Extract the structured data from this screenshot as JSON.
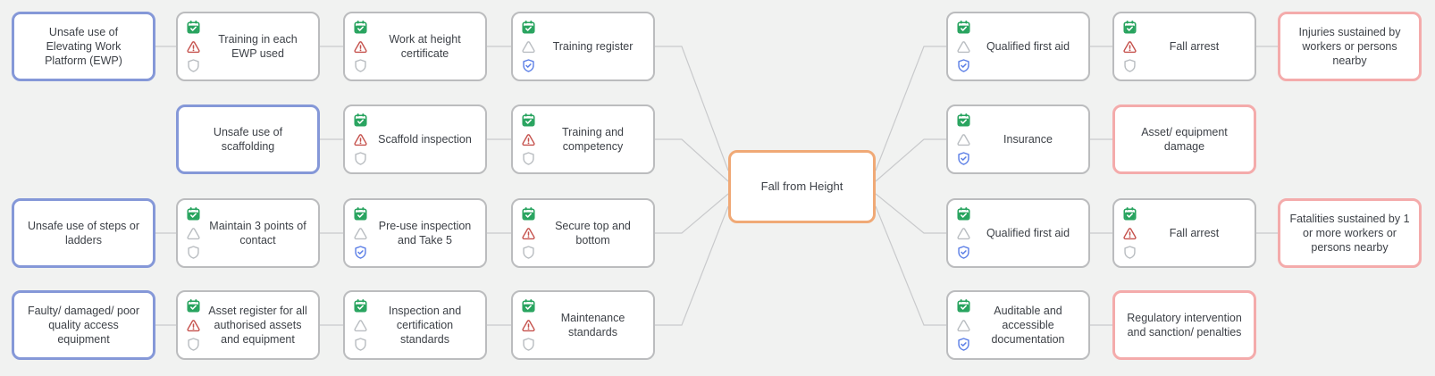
{
  "hazard": {
    "label": "Fall from Height"
  },
  "causes": [
    {
      "label": "Unsafe use of Elevating Work Platform (EWP)"
    },
    {
      "label": "Unsafe use of scaffolding"
    },
    {
      "label": "Unsafe use of steps or ladders"
    },
    {
      "label": "Faulty/ damaged/ poor quality access equipment"
    }
  ],
  "preventive_controls": [
    {
      "label": "Training in each EWP used",
      "icons": [
        "scheduled-check",
        "warning-alert",
        "shield-plain"
      ]
    },
    {
      "label": "Work at height certificate",
      "icons": [
        "scheduled-check",
        "warning-alert",
        "shield-plain"
      ]
    },
    {
      "label": "Training register",
      "icons": [
        "scheduled-check",
        "triangle-plain",
        "shield-check"
      ]
    },
    {
      "label": "Scaffold inspection",
      "icons": [
        "scheduled-check",
        "warning-alert",
        "shield-plain"
      ]
    },
    {
      "label": "Training and competency",
      "icons": [
        "scheduled-check",
        "warning-alert",
        "shield-plain"
      ]
    },
    {
      "label": "Maintain 3 points of contact",
      "icons": [
        "scheduled-check",
        "triangle-plain",
        "shield-plain"
      ]
    },
    {
      "label": "Pre-use inspection and Take 5",
      "icons": [
        "scheduled-check",
        "triangle-plain",
        "shield-check"
      ]
    },
    {
      "label": "Secure top and bottom",
      "icons": [
        "scheduled-check",
        "warning-alert",
        "shield-plain"
      ]
    },
    {
      "label": "Asset register for all authorised assets and equipment",
      "icons": [
        "scheduled-check",
        "warning-alert",
        "shield-plain"
      ]
    },
    {
      "label": "Inspection and certification standards",
      "icons": [
        "scheduled-check",
        "triangle-plain",
        "shield-plain"
      ]
    },
    {
      "label": "Maintenance standards",
      "icons": [
        "scheduled-check",
        "warning-alert",
        "shield-plain"
      ]
    }
  ],
  "mitigating_controls": [
    {
      "label": "Qualified first aid",
      "icons": [
        "scheduled-check",
        "triangle-plain",
        "shield-check"
      ]
    },
    {
      "label": "Fall arrest",
      "icons": [
        "scheduled-check",
        "warning-alert",
        "shield-plain"
      ]
    },
    {
      "label": "Insurance",
      "icons": [
        "scheduled-check",
        "triangle-plain",
        "shield-check"
      ]
    },
    {
      "label": "Qualified first aid",
      "icons": [
        "scheduled-check",
        "triangle-plain",
        "shield-check"
      ]
    },
    {
      "label": "Fall arrest",
      "icons": [
        "scheduled-check",
        "warning-alert",
        "shield-plain"
      ]
    },
    {
      "label": "Auditable and accessible documentation",
      "icons": [
        "scheduled-check",
        "triangle-plain",
        "shield-check"
      ]
    }
  ],
  "consequences": [
    {
      "label": "Injuries sustained by workers or persons nearby"
    },
    {
      "label": "Asset/ equipment damage"
    },
    {
      "label": "Fatalities sustained by 1 or more workers or persons nearby"
    },
    {
      "label": "Regulatory intervention and sanction/ penalties"
    }
  ],
  "colors": {
    "background": "#f1f2f1",
    "cause-border": "#8598d8",
    "control-border": "#bbbcbe",
    "hazard-border": "#f0a976",
    "consequence-border": "#f4abab",
    "connector": "#c9cacc",
    "icon-green": "#27a35e",
    "icon-red": "#c5514c",
    "icon-gray": "#b9bdc1",
    "icon-blue": "#5c7fe6",
    "text": "#3d4147"
  }
}
